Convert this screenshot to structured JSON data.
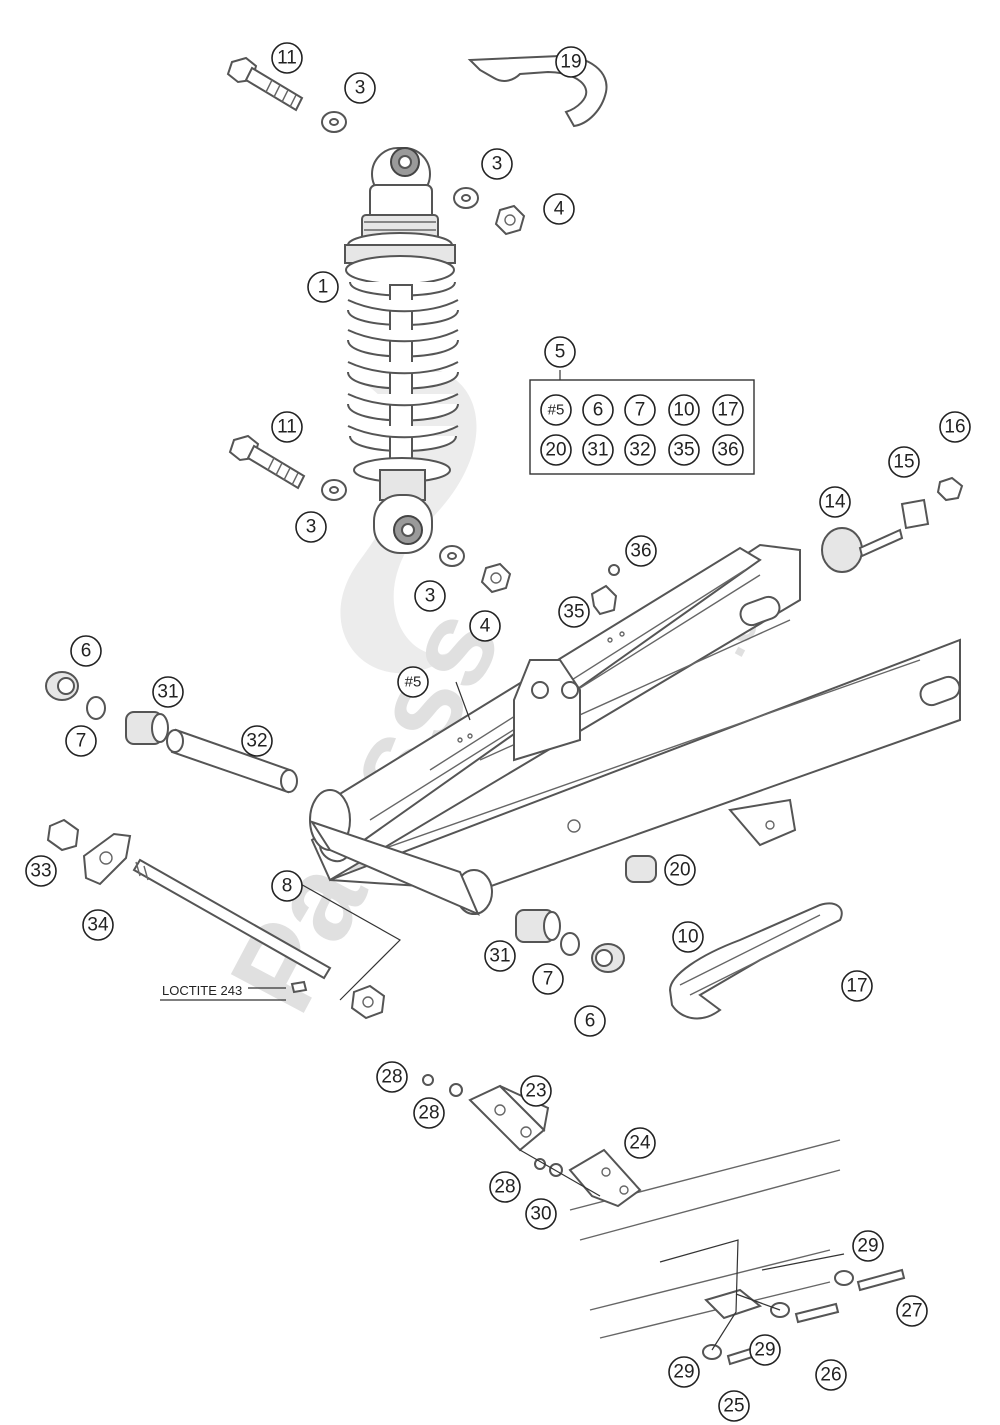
{
  "watermark": {
    "text": "Partsss",
    "suffix": ".com"
  },
  "note_loctite": "LOCTITE 243",
  "kit_box": {
    "number": "5",
    "items": [
      "#5",
      "6",
      "7",
      "10",
      "17",
      "20",
      "31",
      "32",
      "35",
      "36"
    ]
  },
  "callouts": {
    "c11a": "11",
    "c3a": "3",
    "c19": "19",
    "c3b": "3",
    "c4a": "4",
    "c1": "1",
    "c5": "5",
    "c11b": "11",
    "c3c": "3",
    "c3d": "3",
    "c4b": "4",
    "c36": "36",
    "c35": "35",
    "c14": "14",
    "c15": "15",
    "c16": "16",
    "c6a": "6",
    "c7a": "7",
    "c31a": "31",
    "c32": "32",
    "c5ref": "#5",
    "c33": "33",
    "c34": "34",
    "c8": "8",
    "c20": "20",
    "c31b": "31",
    "c7b": "7",
    "c6b": "6",
    "c10": "10",
    "c17": "17",
    "c28a": "28",
    "c28b": "28",
    "c23": "23",
    "c24": "24",
    "c28c": "28",
    "c30": "30",
    "c29a": "29",
    "c27": "27",
    "c29b": "29",
    "c26": "26",
    "c29c": "29",
    "c25": "25"
  }
}
